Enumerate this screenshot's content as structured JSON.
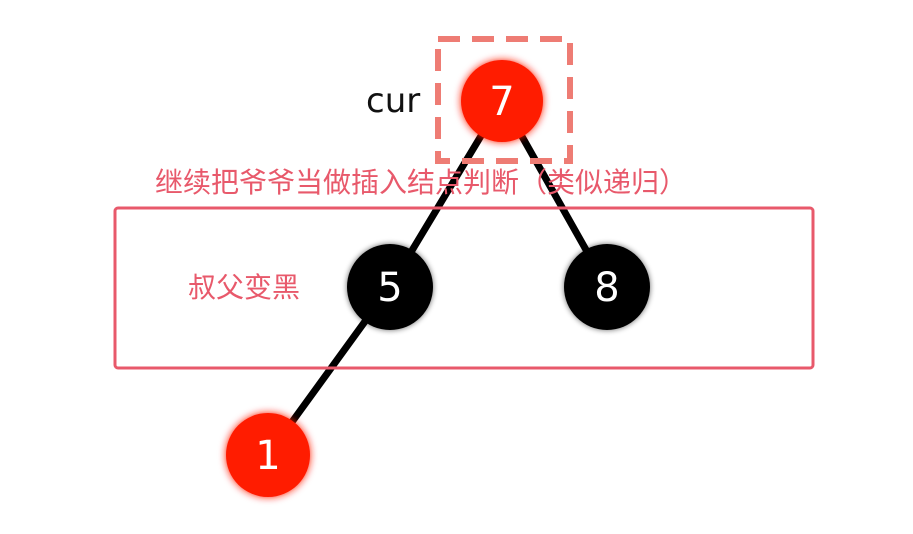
{
  "diagram": {
    "cur_label": "cur",
    "annotation_top": "继续把爷爷当做插入结点判断（类似递归）",
    "annotation_uncle": "叔父变黑",
    "nodes": {
      "n7": {
        "label": "7",
        "color": "red"
      },
      "n5": {
        "label": "5",
        "color": "black"
      },
      "n8": {
        "label": "8",
        "color": "black"
      },
      "n1": {
        "label": "1",
        "color": "red"
      }
    },
    "edges": [
      {
        "from": "n7",
        "to": "n5"
      },
      {
        "from": "n7",
        "to": "n8"
      },
      {
        "from": "n5",
        "to": "n1"
      }
    ]
  },
  "colors": {
    "red_node": "#ff1a00",
    "black_node": "#000000",
    "edge": "#000000",
    "annotation": "#e8596b",
    "cur_box": "#ee7c74"
  }
}
